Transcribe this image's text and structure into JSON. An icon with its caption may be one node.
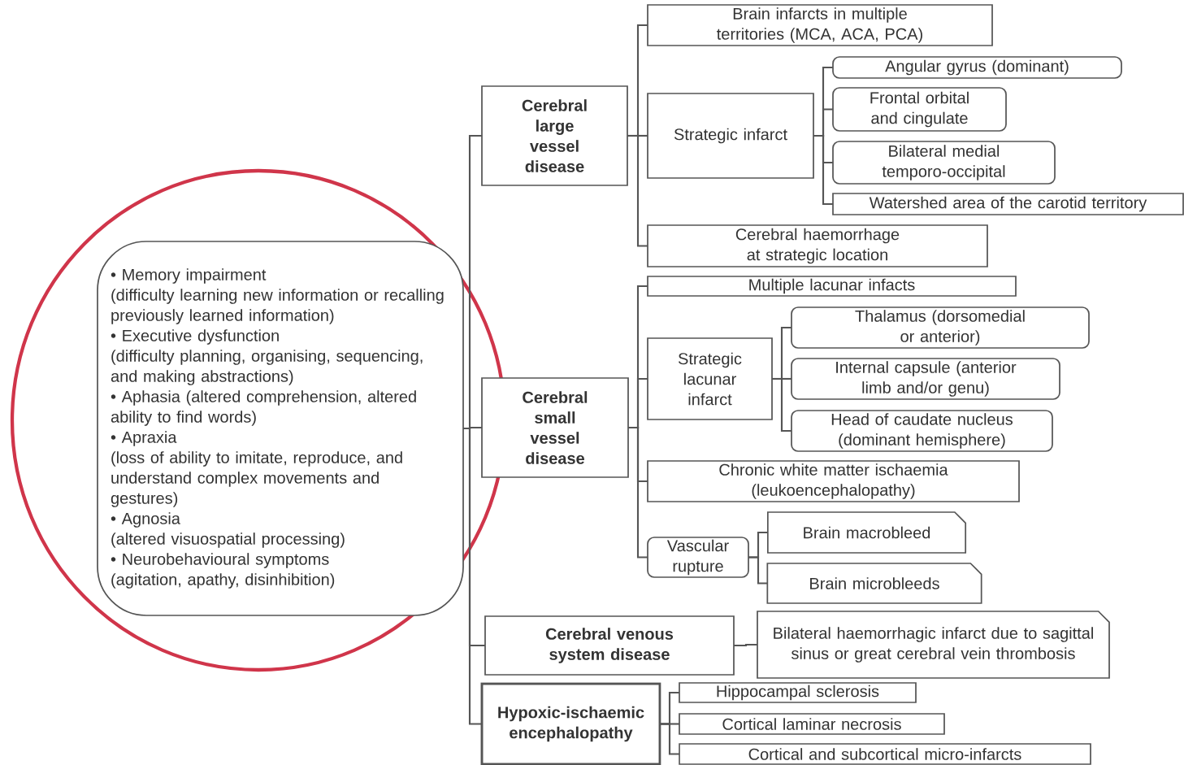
{
  "diagram": {
    "nodes": [
      {
        "text": [
          "• Memory impairment",
          "(difficulty learning new information or recalling previously learned information)",
          "• Executive dysfunction",
          "(difficulty planning, organising, sequencing, and making abstractions)",
          "• Aphasia (altered comprehension, altered ability to find words)",
          "• Apraxia",
          "(loss of ability to imitate, reproduce, and understand complex movements and gestures)",
          "• Agnosia",
          "(altered visuospatial processing)",
          "• Neurobehavioural symptoms",
          "(agitation, apathy, disinhibition)"
        ]
      },
      {
        "text": [
          "Cerebral large vessel disease"
        ]
      },
      {
        "text": [
          "Brain infarcts in multiple territories (MCA, ACA, PCA)"
        ]
      },
      {
        "text": [
          "Strategic infarct"
        ]
      },
      {
        "text": [
          "Angular gyrus (dominant)"
        ]
      },
      {
        "text": [
          "Frontal orbital and cingulate"
        ]
      },
      {
        "text": [
          "Bilateral medial temporo-occipital"
        ]
      },
      {
        "text": [
          "Watershed area of the carotid territory"
        ]
      },
      {
        "text": [
          "Cerebral haemorrhage at strategic location"
        ]
      },
      {
        "text": [
          "Cerebral small vessel disease"
        ]
      },
      {
        "text": [
          "Multiple lacunar infacts"
        ]
      },
      {
        "text": [
          "Strategic lacunar infarct"
        ]
      },
      {
        "text": [
          "Thalamus (dorsomedial or anterior)"
        ]
      },
      {
        "text": [
          "Internal capsule (anterior limb and/or genu)"
        ]
      },
      {
        "text": [
          "Head of caudate nucleus (dominant hemisphere)"
        ]
      },
      {
        "text": [
          "Chronic white matter ischaemia (leukoencephalopathy)"
        ]
      },
      {
        "text": [
          "Vascular rupture"
        ]
      },
      {
        "text": [
          "Brain macrobleed"
        ]
      },
      {
        "text": [
          "Brain microbleeds"
        ]
      },
      {
        "text": [
          "Cerebral venous system disease"
        ]
      },
      {
        "text": [
          "Bilateral haemorrhagic infarct due to sagittal sinus or great cerebral vein thrombosis"
        ]
      },
      {
        "text": [
          "Hypoxic-ischaemic encephalopathy"
        ]
      },
      {
        "text": [
          "Hippocampal sclerosis"
        ]
      },
      {
        "text": [
          "Cortical laminar necrosis"
        ]
      },
      {
        "text": [
          "Cortical and subcortical micro-infarcts"
        ]
      }
    ],
    "edges": [
      {
        "from": 0,
        "to": 1,
        "arrow": "none"
      },
      {
        "from": 0,
        "to": 9,
        "arrow": "none"
      },
      {
        "from": 0,
        "to": 19,
        "arrow": "none"
      },
      {
        "from": 0,
        "to": 21,
        "arrow": "none"
      },
      {
        "from": 1,
        "to": 2,
        "arrow": "none"
      },
      {
        "from": 1,
        "to": 3,
        "arrow": "none"
      },
      {
        "from": 1,
        "to": 8,
        "arrow": "none"
      },
      {
        "from": 3,
        "to": 4,
        "arrow": "none"
      },
      {
        "from": 3,
        "to": 5,
        "arrow": "none"
      },
      {
        "from": 3,
        "to": 6,
        "arrow": "none"
      },
      {
        "from": 3,
        "to": 7,
        "arrow": "none"
      },
      {
        "from": 9,
        "to": 10,
        "arrow": "none"
      },
      {
        "from": 9,
        "to": 11,
        "arrow": "none"
      },
      {
        "from": 9,
        "to": 15,
        "arrow": "none"
      },
      {
        "from": 9,
        "to": 16,
        "arrow": "none"
      },
      {
        "from": 11,
        "to": 12,
        "arrow": "none"
      },
      {
        "from": 11,
        "to": 13,
        "arrow": "none"
      },
      {
        "from": 11,
        "to": 14,
        "arrow": "none"
      },
      {
        "from": 16,
        "to": 17,
        "arrow": "none"
      },
      {
        "from": 16,
        "to": 18,
        "arrow": "none"
      },
      {
        "from": 19,
        "to": 20,
        "arrow": "none"
      },
      {
        "from": 21,
        "to": 22,
        "arrow": "none"
      },
      {
        "from": 21,
        "to": 23,
        "arrow": "none"
      },
      {
        "from": 21,
        "to": 24,
        "arrow": "none"
      }
    ]
  }
}
